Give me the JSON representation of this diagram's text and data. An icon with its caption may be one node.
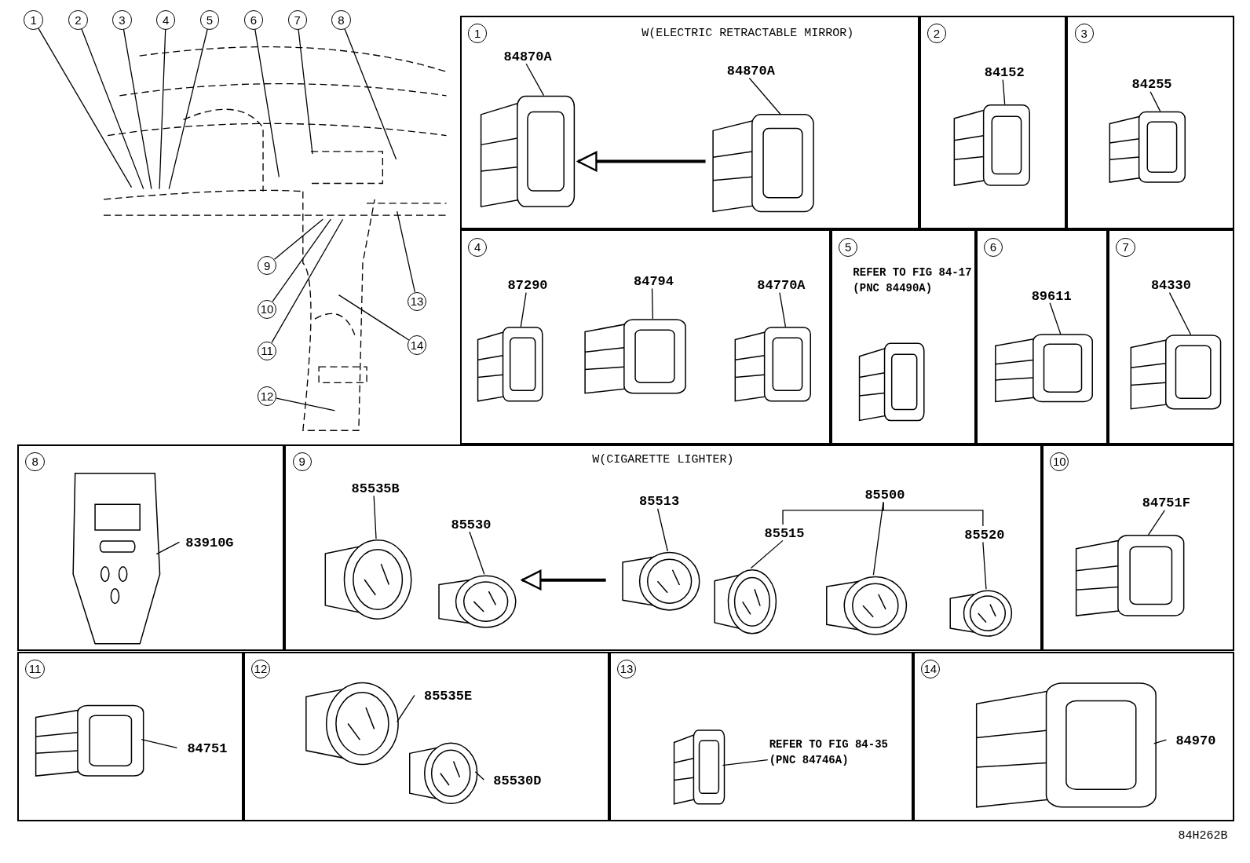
{
  "diagram": {
    "nodes": [
      {
        "text": [
          "1"
        ]
      },
      {
        "text": [
          "2"
        ]
      },
      {
        "text": [
          "3"
        ]
      },
      {
        "text": [
          "4"
        ]
      },
      {
        "text": [
          "5"
        ]
      },
      {
        "text": [
          "6"
        ]
      },
      {
        "text": [
          "7"
        ]
      },
      {
        "text": [
          "8"
        ]
      },
      {
        "text": [
          "9"
        ]
      },
      {
        "text": [
          "10"
        ]
      },
      {
        "text": [
          "11"
        ]
      },
      {
        "text": [
          "12"
        ]
      },
      {
        "text": [
          "13"
        ]
      },
      {
        "text": [
          "14"
        ]
      },
      {
        "text": [],
        "shape": "box"
      },
      {
        "text": [],
        "shape": "box"
      },
      {
        "text": [],
        "shape": "box"
      },
      {
        "text": [],
        "shape": "box"
      },
      {
        "text": [],
        "shape": "box"
      },
      {
        "text": [],
        "shape": "box"
      },
      {
        "text": [],
        "shape": "box"
      },
      {
        "text": [],
        "shape": "box"
      },
      {
        "text": [],
        "shape": "box"
      },
      {
        "text": [],
        "shape": "box"
      },
      {
        "text": [],
        "shape": "box"
      },
      {
        "text": [],
        "shape": "box"
      },
      {
        "text": [],
        "shape": "box"
      },
      {
        "text": [],
        "shape": "box"
      },
      {
        "text": [
          "84870A"
        ],
        "in": 14
      },
      {
        "text": [],
        "shape": "picture",
        "in": 14
      },
      {
        "text": [
          "84870A"
        ],
        "in": 14
      },
      {
        "text": [],
        "shape": "picture",
        "in": 14
      },
      {
        "text": [
          "84152"
        ],
        "in": 15
      },
      {
        "text": [],
        "shape": "picture",
        "in": 15
      },
      {
        "text": [
          "84255"
        ],
        "in": 16
      },
      {
        "text": [],
        "shape": "picture",
        "in": 16
      },
      {
        "text": [
          "87290"
        ],
        "in": 17
      },
      {
        "text": [],
        "shape": "picture",
        "in": 17
      },
      {
        "text": [
          "84794"
        ],
        "in": 17
      },
      {
        "text": [],
        "shape": "picture",
        "in": 17
      },
      {
        "text": [
          "84770A"
        ],
        "in": 17
      },
      {
        "text": [],
        "shape": "picture",
        "in": 17
      },
      {
        "text": [
          "REFER TO FIG 84-17 (PNC 84490A)"
        ],
        "in": 18
      },
      {
        "text": [
          "89611"
        ],
        "in": 19
      },
      {
        "text": [],
        "shape": "picture",
        "in": 19
      },
      {
        "text": [
          "84330"
        ],
        "in": 20
      },
      {
        "text": [],
        "shape": "picture",
        "in": 20
      },
      {
        "text": [],
        "shape": "picture",
        "in": 21
      },
      {
        "text": [
          "83910G"
        ],
        "in": 21
      },
      {
        "text": [
          "85535B"
        ],
        "in": 22
      },
      {
        "text": [],
        "shape": "picture",
        "in": 22
      },
      {
        "text": [
          "85530"
        ],
        "in": 22
      },
      {
        "text": [],
        "shape": "picture",
        "in": 22
      },
      {
        "text": [
          "85513"
        ],
        "in": 22
      },
      {
        "text": [],
        "shape": "picture",
        "in": 22
      },
      {
        "text": [
          "85500"
        ],
        "in": 22
      },
      {
        "text": [
          "85515"
        ],
        "in": 22
      },
      {
        "text": [],
        "shape": "picture",
        "in": 22
      },
      {
        "text": [],
        "shape": "picture",
        "in": 22
      },
      {
        "text": [
          "85520"
        ],
        "in": 22
      },
      {
        "text": [],
        "shape": "picture",
        "in": 22
      },
      {
        "text": [
          "84751F"
        ],
        "in": 23
      },
      {
        "text": [],
        "shape": "picture",
        "in": 23
      },
      {
        "text": [],
        "shape": "picture",
        "in": 24
      },
      {
        "text": [
          "84751"
        ],
        "in": 24
      },
      {
        "text": [],
        "shape": "picture",
        "in": 25
      },
      {
        "text": [
          "85535E"
        ],
        "in": 25
      },
      {
        "text": [],
        "shape": "picture",
        "in": 25
      },
      {
        "text": [
          "85530D"
        ],
        "in": 25
      },
      {
        "text": [],
        "shape": "picture",
        "in": 26
      },
      {
        "text": [
          "REFER TO FIG 84-35 (PNC 84746A)"
        ],
        "in": 26
      },
      {
        "text": [],
        "shape": "picture",
        "in": 27
      },
      {
        "text": [
          "84970"
        ],
        "in": 27
      },
      {
        "text": [
          "1"
        ],
        "in": 14
      },
      {
        "text": [
          "2"
        ],
        "in": 15
      },
      {
        "text": [
          "3"
        ],
        "in": 16
      },
      {
        "text": [
          "4"
        ],
        "in": 17
      },
      {
        "text": [
          "5"
        ],
        "in": 18
      },
      {
        "text": [
          "6"
        ],
        "in": 19
      },
      {
        "text": [
          "7"
        ],
        "in": 20
      },
      {
        "text": [
          "8"
        ],
        "in": 21
      },
      {
        "text": [
          "9"
        ],
        "in": 22
      },
      {
        "text": [
          "10"
        ],
        "in": 23
      },
      {
        "text": [
          "11"
        ],
        "in": 24
      },
      {
        "text": [
          "12"
        ],
        "in": 25
      },
      {
        "text": [
          "13"
        ],
        "in": 26
      },
      {
        "text": [
          "14"
        ],
        "in": 27
      }
    ],
    "edges": [
      {
        "from": 0,
        "to": null,
        "arrow": "none"
      },
      {
        "from": 1,
        "to": null,
        "arrow": "none"
      },
      {
        "from": 2,
        "to": null,
        "arrow": "none"
      },
      {
        "from": 3,
        "to": null,
        "arrow": "none"
      },
      {
        "from": 4,
        "to": null,
        "arrow": "none"
      },
      {
        "from": 5,
        "to": null,
        "arrow": "none"
      },
      {
        "from": 6,
        "to": null,
        "arrow": "none"
      },
      {
        "from": 7,
        "to": null,
        "arrow": "none"
      },
      {
        "from": 8,
        "to": null,
        "arrow": "none"
      },
      {
        "from": 9,
        "to": null,
        "arrow": "none"
      },
      {
        "from": 10,
        "to": null,
        "arrow": "none"
      },
      {
        "from": 11,
        "to": null,
        "arrow": "none"
      },
      {
        "from": 12,
        "to": null,
        "arrow": "none"
      },
      {
        "from": 13,
        "to": null,
        "arrow": "none"
      },
      {
        "from": 28,
        "to": 29,
        "arrow": "none"
      },
      {
        "from": 30,
        "to": 31,
        "arrow": "none"
      },
      {
        "from": 31,
        "to": 29,
        "arrow": "to",
        "style": "thick"
      },
      {
        "from": 32,
        "to": 33,
        "arrow": "none"
      },
      {
        "from": 34,
        "to": 35,
        "arrow": "none"
      },
      {
        "from": 36,
        "to": 37,
        "arrow": "none"
      },
      {
        "from": 38,
        "to": 39,
        "arrow": "none"
      },
      {
        "from": 40,
        "to": 41,
        "arrow": "none"
      },
      {
        "from": 43,
        "to": 44,
        "arrow": "none"
      },
      {
        "from": 45,
        "to": 46,
        "arrow": "none"
      },
      {
        "from": 48,
        "to": 47,
        "arrow": "none"
      },
      {
        "from": 49,
        "to": 50,
        "arrow": "none"
      },
      {
        "from": 51,
        "to": 52,
        "arrow": "none"
      },
      {
        "from": 53,
        "to": 54,
        "arrow": "none"
      },
      {
        "from": 55,
        "to": 56,
        "arrow": "none"
      },
      {
        "from": 55,
        "to": 58,
        "arrow": "none"
      },
      {
        "from": 55,
        "to": 59,
        "arrow": "none"
      },
      {
        "from": 56,
        "to": 57,
        "arrow": "none"
      },
      {
        "from": 59,
        "to": 60,
        "arrow": "none"
      },
      {
        "from": 54,
        "to": 52,
        "arrow": "to",
        "style": "thick"
      },
      {
        "from": 61,
        "to": 62,
        "arrow": "none"
      },
      {
        "from": 64,
        "to": 63,
        "arrow": "none"
      },
      {
        "from": 66,
        "to": 65,
        "arrow": "none"
      },
      {
        "from": 68,
        "to": 67,
        "arrow": "none"
      },
      {
        "from": 70,
        "to": 69,
        "arrow": "none"
      },
      {
        "from": 72,
        "to": 71,
        "arrow": "none"
      }
    ],
    "labels": [
      "W(ELECTRIC RETRACTABLE MIRROR)",
      "W(CIGARETTE LIGHTER)",
      "84H262B"
    ]
  }
}
